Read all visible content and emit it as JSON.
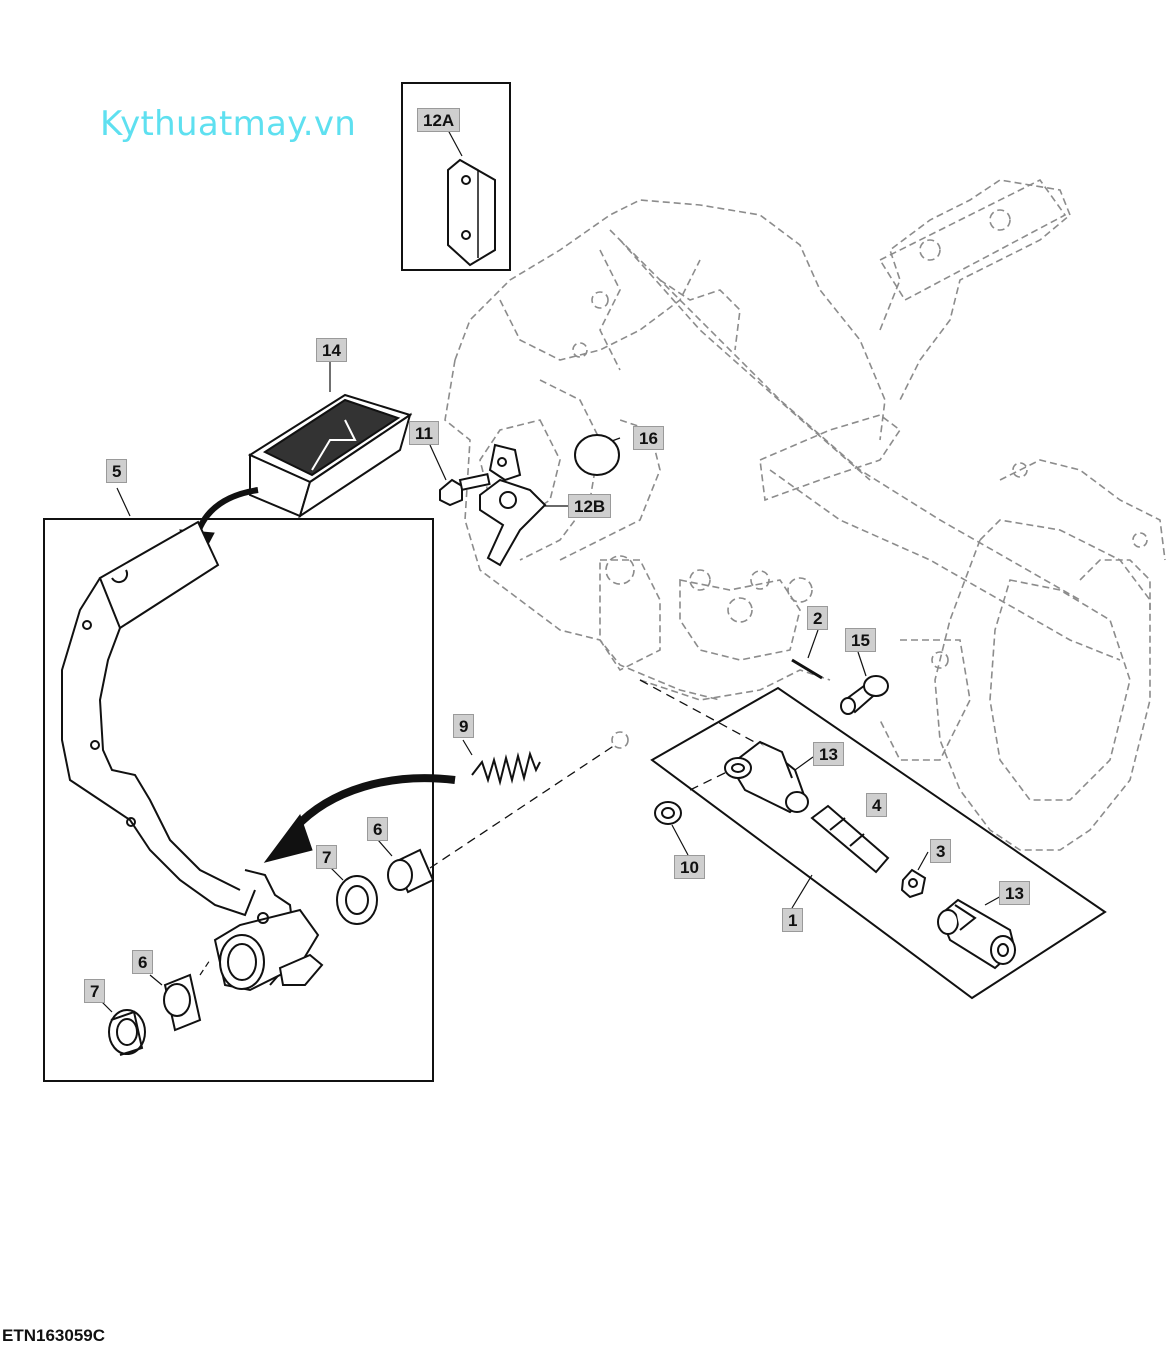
{
  "watermark": "Kythuatmay.vn",
  "figure_id": "ETN163059C",
  "callouts": {
    "c12A": "12A",
    "c14": "14",
    "c11": "11",
    "c16": "16",
    "c5": "5",
    "c12B": "12B",
    "c2": "2",
    "c15": "15",
    "c9": "9",
    "c13a": "13",
    "c4": "4",
    "c6a": "6",
    "c7a": "7",
    "c10": "10",
    "c3": "3",
    "c13b": "13",
    "c1": "1",
    "c6b": "6",
    "c7b": "7"
  },
  "colors": {
    "line": "#111111",
    "ghost": "#9a9a9a",
    "callout_bg": "#cfcfcf",
    "watermark": "#5ee0f0"
  }
}
